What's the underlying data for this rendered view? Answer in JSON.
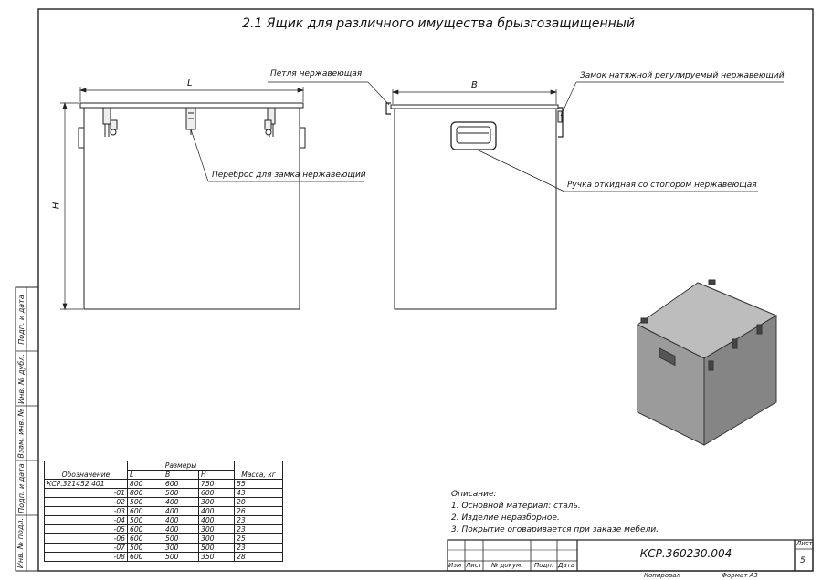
{
  "title": "2.1 Ящик для различного имущества брызгозащищенный",
  "callouts": {
    "hinge": "Петля нержавеющая",
    "lock": "Замок натяжной регулируемый нержавеющий",
    "hasp": "Переброс для замка нержавеющий",
    "handle": "Ручка откидная со стопором нержавеющая"
  },
  "dims": {
    "length": "L",
    "width": "B",
    "height": "H"
  },
  "side_stamp": [
    "Подп. и дата",
    "Инв. № дубл.",
    "Взам. инв. №",
    "Подп. и дата",
    "Инв. № подл."
  ],
  "spec_table": {
    "group_header": "Размеры",
    "headers": {
      "designation": "Обозначение",
      "l": "L",
      "b": "B",
      "h": "H",
      "mass": "Масса, кг"
    },
    "rows": [
      [
        "КСР.321452.401",
        "800",
        "600",
        "750",
        "55"
      ],
      [
        "-01",
        "800",
        "500",
        "600",
        "43"
      ],
      [
        "-02",
        "500",
        "400",
        "300",
        "20"
      ],
      [
        "-03",
        "600",
        "400",
        "400",
        "26"
      ],
      [
        "-04",
        "500",
        "400",
        "400",
        "23"
      ],
      [
        "-05",
        "600",
        "400",
        "300",
        "23"
      ],
      [
        "-06",
        "600",
        "500",
        "300",
        "25"
      ],
      [
        "-07",
        "500",
        "300",
        "500",
        "23"
      ],
      [
        "-08",
        "600",
        "500",
        "350",
        "28"
      ]
    ]
  },
  "notes": {
    "heading": "Описание:",
    "items": [
      "1. Основной материал: сталь.",
      "2. Изделие неразборное.",
      "3. Покрытие оговаривается при заказе мебели."
    ]
  },
  "title_block": {
    "doc_number": "КСР.360230.004",
    "sheet_label": "Лист",
    "sheet_number": "5",
    "columns": [
      "Изм",
      "Лист",
      "№ докум.",
      "Подп.",
      "Дата"
    ],
    "copied": "Копировал",
    "format": "Формат А3"
  },
  "colors": {
    "line": "#222222",
    "box_face": "#9a9a9a",
    "box_top": "#b8b8b8",
    "box_side": "#7f7f7f"
  }
}
